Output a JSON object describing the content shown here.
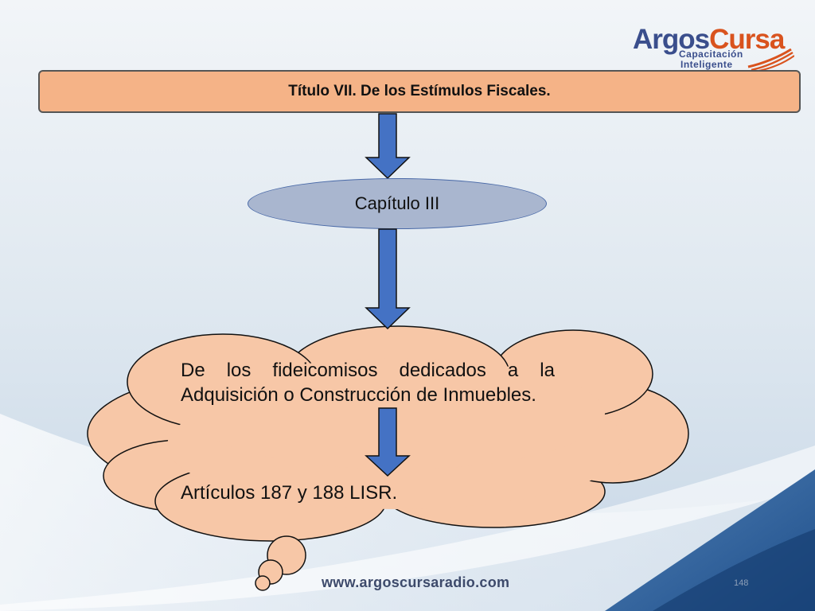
{
  "logo": {
    "brand_part1": "Argos",
    "brand_part2": "Cursa",
    "tagline_line1": "Capacitación",
    "tagline_line2": "Inteligente"
  },
  "diagram": {
    "title": "Título VII. De los Estímulos Fiscales.",
    "chapter": "Capítulo  III",
    "cloud_text": "De los fideicomisos dedicados a la Adquisición o Construcción de Inmuebles.",
    "cloud_articles": "Artículos 187 y 188 LISR."
  },
  "footer": {
    "url": "www.argoscursaradio.com",
    "slide_number": "148"
  },
  "colors": {
    "title_fill": "#f5b387",
    "chapter_fill": "#a9b6cf",
    "cloud_fill": "#f7c7a7",
    "arrow_fill": "#4472c4",
    "brand_blue": "#3a4e8c",
    "brand_orange": "#d9531e"
  }
}
